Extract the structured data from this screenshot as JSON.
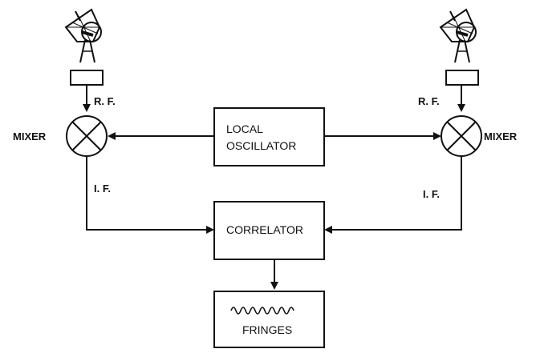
{
  "labels": {
    "mixer_left": "MIXER",
    "mixer_right": "MIXER",
    "rf_left": "R. F.",
    "rf_right": "R. F.",
    "if_left": "I. F.",
    "if_right": "I. F."
  },
  "blocks": {
    "local_oscillator": [
      "LOCAL",
      "OSCILLATOR"
    ],
    "correlator": "CORRELATOR",
    "fringes": "FRINGES"
  },
  "icons": {
    "antenna": "radio-dish-antenna-icon",
    "mixer": "circle-x-mixer-icon",
    "fringe_wave": "wave-icon"
  }
}
